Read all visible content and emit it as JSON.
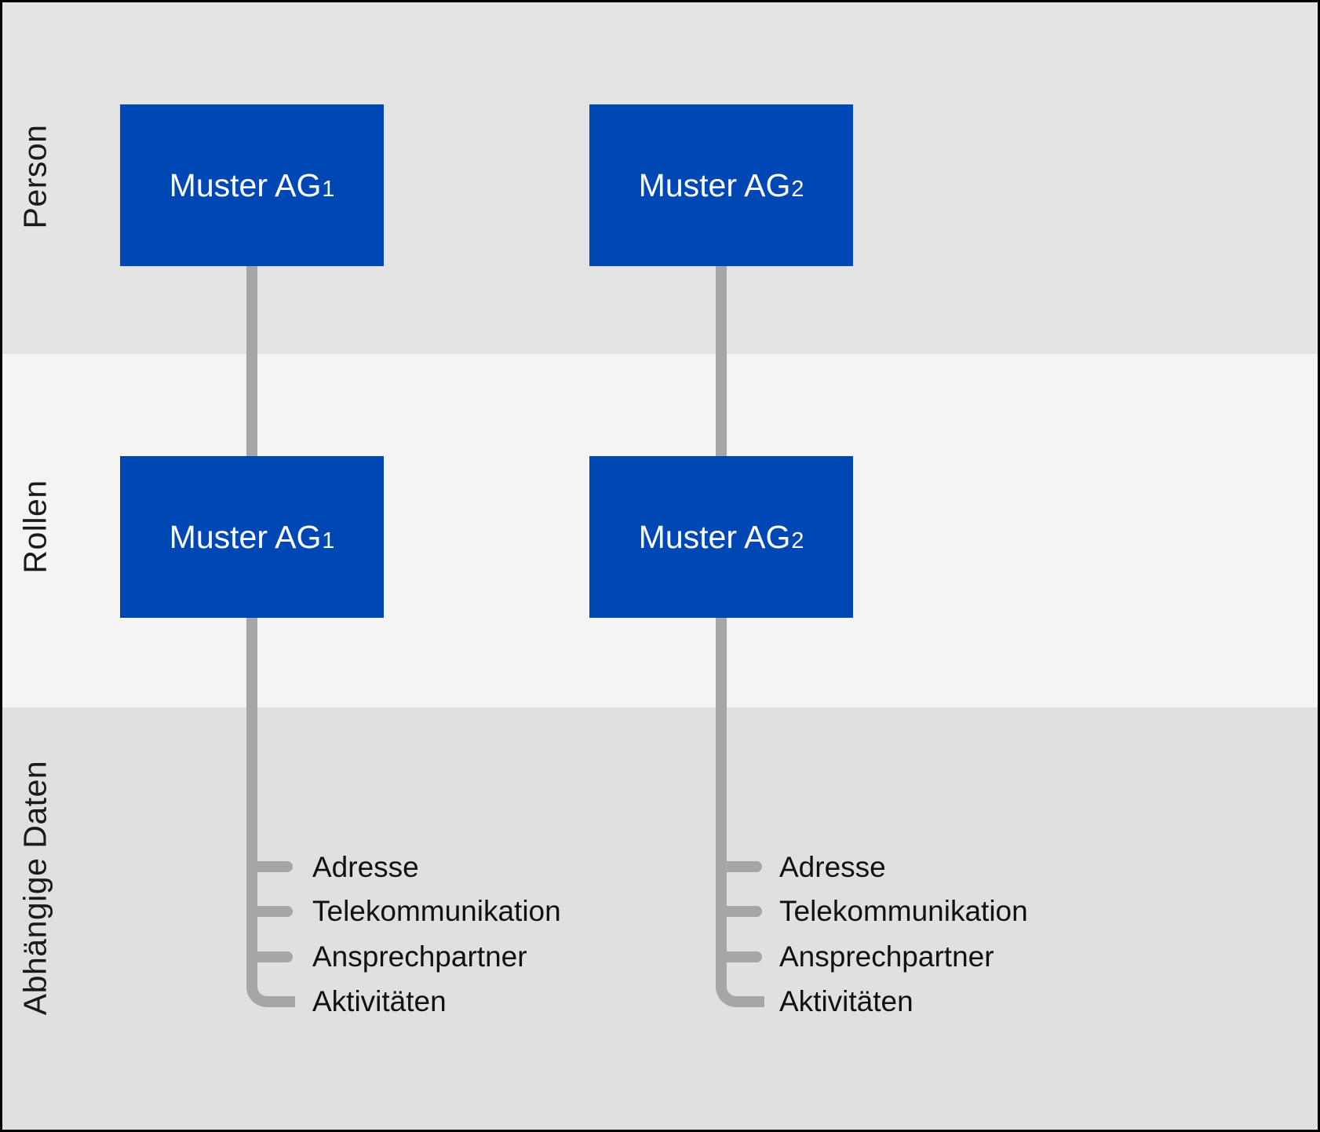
{
  "diagram": {
    "bands": [
      {
        "label": "Person"
      },
      {
        "label": "Rollen"
      },
      {
        "label": "Abhängige Daten"
      }
    ],
    "columns": [
      {
        "person_box": {
          "name": "Muster AG",
          "subscript": "1"
        },
        "role_box": {
          "name": "Muster AG",
          "subscript": "1"
        },
        "dependent_items": [
          "Adresse",
          "Telekommunikation",
          "Ansprechpartner",
          "Aktivitäten"
        ]
      },
      {
        "person_box": {
          "name": "Muster AG",
          "subscript": "2"
        },
        "role_box": {
          "name": "Muster AG",
          "subscript": "2"
        },
        "dependent_items": [
          "Adresse",
          "Telekommunikation",
          "Ansprechpartner",
          "Aktivitäten"
        ]
      }
    ],
    "colors": {
      "box_blue": "#0047b6",
      "connector_gray": "#a6a6a6",
      "band_person_bg": "#e4e4e4",
      "band_rollen_bg": "#f4f4f4",
      "band_daten_bg": "#e0e0e0",
      "border_black": "#000000"
    }
  }
}
